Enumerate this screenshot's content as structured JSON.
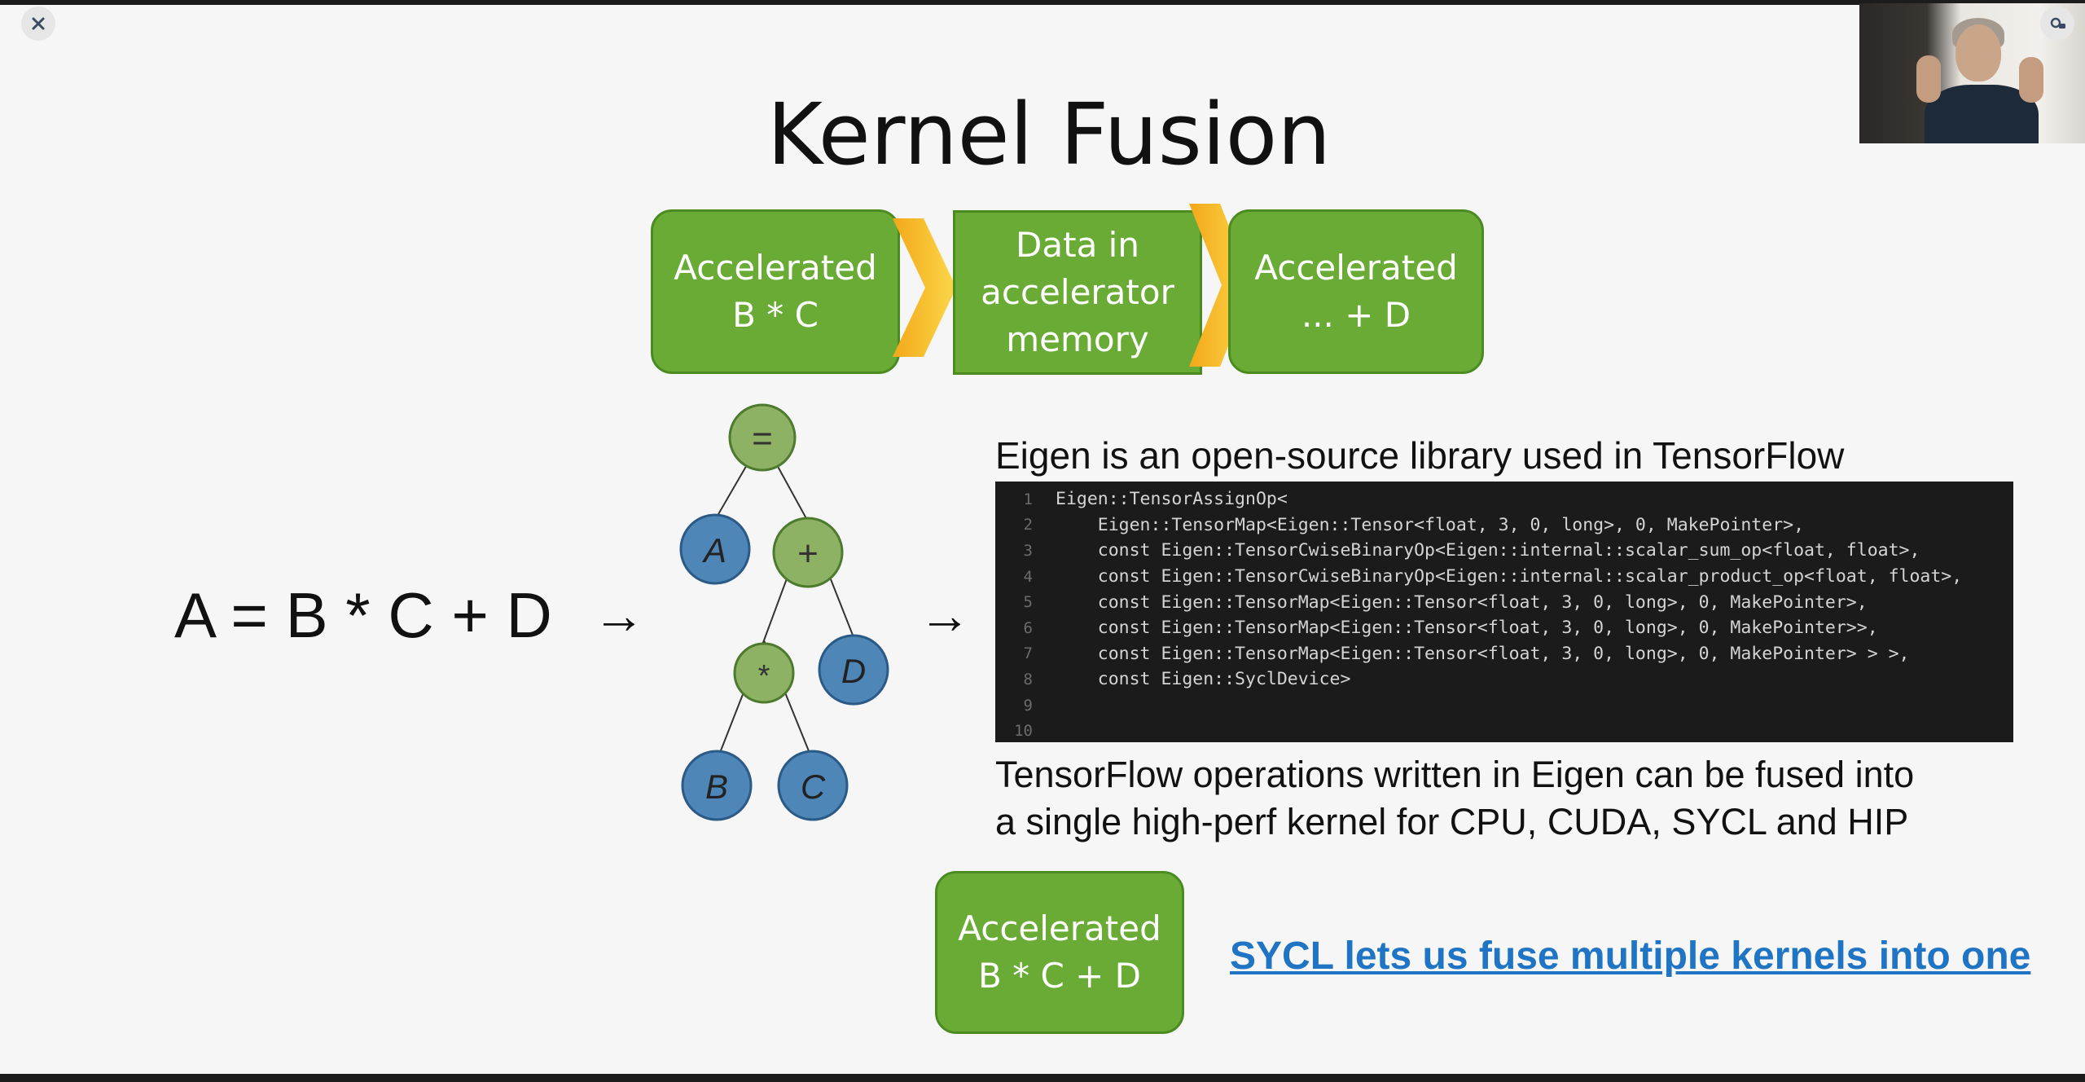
{
  "slide": {
    "title": "Kernel Fusion",
    "pipeline": {
      "box1": "Accelerated\nB * C",
      "box2": "Data in\naccelerator\nmemory",
      "box3": "Accelerated\n... + D"
    },
    "equation": "A = B * C + D",
    "arrow": "→",
    "tree": {
      "root": "=",
      "left": "A",
      "plus": "+",
      "mult": "*",
      "d": "D",
      "b": "B",
      "c": "C"
    },
    "eigen_heading": "Eigen is an open-source library used in TensorFlow",
    "code_lines": [
      {
        "n": "1",
        "t": "Eigen::TensorAssignOp<"
      },
      {
        "n": "2",
        "t": "    Eigen::TensorMap<Eigen::Tensor<float, 3, 0, long>, 0, MakePointer>,"
      },
      {
        "n": "3",
        "t": "    const Eigen::TensorCwiseBinaryOp<Eigen::internal::scalar_sum_op<float, float>,"
      },
      {
        "n": "4",
        "t": "    const Eigen::TensorCwiseBinaryOp<Eigen::internal::scalar_product_op<float, float>,"
      },
      {
        "n": "5",
        "t": "    const Eigen::TensorMap<Eigen::Tensor<float, 3, 0, long>, 0, MakePointer>,"
      },
      {
        "n": "6",
        "t": "    const Eigen::TensorMap<Eigen::Tensor<float, 3, 0, long>, 0, MakePointer>>,"
      },
      {
        "n": "7",
        "t": "    const Eigen::TensorMap<Eigen::Tensor<float, 3, 0, long>, 0, MakePointer> > >,"
      },
      {
        "n": "8",
        "t": "    const Eigen::SyclDevice>"
      },
      {
        "n": "9",
        "t": ""
      },
      {
        "n": "10",
        "t": ""
      }
    ],
    "fused_text_1": "TensorFlow operations written in Eigen can be fused into",
    "fused_text_2": "a single high-perf kernel for CPU, CUDA, SYCL and HIP",
    "fused_box": "Accelerated\nB * C + D",
    "link_text": "SYCL lets us fuse multiple kernels into one"
  },
  "colors": {
    "green_box": "#6aab35",
    "tree_green": "#8db264",
    "tree_blue": "#4f86b8",
    "link": "#1f74c4",
    "chevron": "#f5c518"
  },
  "icons": {
    "close": "close-icon",
    "camera": "camera-icon"
  }
}
